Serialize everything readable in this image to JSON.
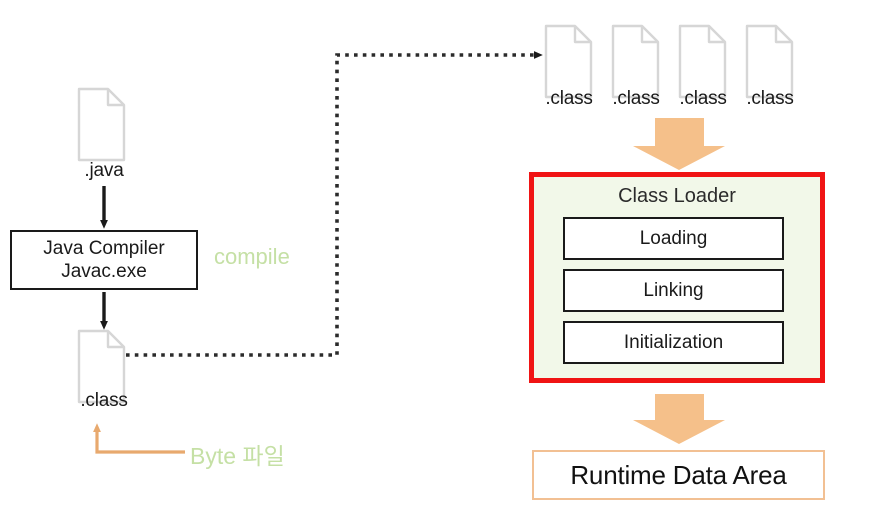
{
  "diagram": {
    "title": "Java compilation and JVM class loading flow",
    "colors": {
      "file_outline": "#d4d4d4",
      "arrow_black": "#1a1a1a",
      "arrow_orange": "#f5c08a",
      "classloader_border": "#f01414",
      "classloader_fill": "#f2f8e9",
      "runtime_border": "#f2c093",
      "green_text": "#c5e0a5"
    }
  },
  "left": {
    "source_file": {
      "icon": "file-icon",
      "caption": ".java"
    },
    "compiler_box": {
      "line1": "Java Compiler",
      "line2": "Javac.exe"
    },
    "compile_label": "compile",
    "output_file": {
      "icon": "file-icon",
      "caption": ".class"
    },
    "byte_label": "Byte 파일"
  },
  "right": {
    "class_files": [
      {
        "icon": "file-icon",
        "caption": ".class"
      },
      {
        "icon": "file-icon",
        "caption": ".class"
      },
      {
        "icon": "file-icon",
        "caption": ".class"
      },
      {
        "icon": "file-icon",
        "caption": ".class"
      }
    ],
    "class_loader": {
      "title": "Class Loader",
      "steps": [
        "Loading",
        "Linking",
        "Initialization"
      ]
    },
    "runtime_data_area": "Runtime Data Area"
  },
  "arrows": {
    "java_to_compiler": "down-arrow-icon",
    "compiler_to_class": "down-arrow-icon",
    "class_to_classfiles": "dotted-arrow-icon",
    "byte_callout": "elbow-arrow-icon",
    "classfiles_to_loader": "orange-block-arrow-icon",
    "loader_to_runtime": "orange-block-arrow-icon"
  }
}
